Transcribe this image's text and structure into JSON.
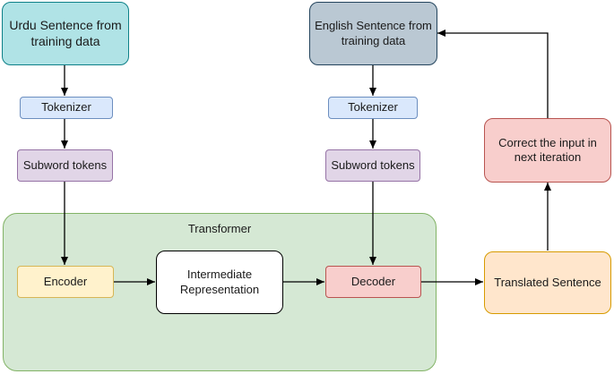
{
  "diagram": {
    "nodes": {
      "urdu_sentence": {
        "label": "Urdu Sentence from training data",
        "fill": "#b0e3e6",
        "stroke": "#0e8088"
      },
      "tokenizer_left": {
        "label": "Tokenizer",
        "fill": "#dae8fc",
        "stroke": "#6c8ebf"
      },
      "subword_left": {
        "label": "Subword tokens",
        "fill": "#e1d5e7",
        "stroke": "#9673a6"
      },
      "encoder": {
        "label": "Encoder",
        "fill": "#fff2cc",
        "stroke": "#d6b656"
      },
      "intermediate": {
        "label": "Intermediate Representation",
        "fill": "#ffffff",
        "stroke": "#000000"
      },
      "decoder": {
        "label": "Decoder",
        "fill": "#f8cecc",
        "stroke": "#b85450"
      },
      "english_sentence": {
        "label": "English Sentence from training data",
        "fill": "#bac8d3",
        "stroke": "#23445d"
      },
      "tokenizer_right": {
        "label": "Tokenizer",
        "fill": "#dae8fc",
        "stroke": "#6c8ebf"
      },
      "subword_right": {
        "label": "Subword tokens",
        "fill": "#e1d5e7",
        "stroke": "#9673a6"
      },
      "translated": {
        "label": "Translated Sentence",
        "fill": "#ffe6cc",
        "stroke": "#d79b00"
      },
      "correct": {
        "label": "Correct the input in next iteration",
        "fill": "#f8cecc",
        "stroke": "#b85450"
      }
    },
    "container": {
      "label": "Transformer",
      "fill": "#d5e8d4",
      "stroke": "#82b366"
    },
    "edges": [
      {
        "from": "urdu_sentence",
        "to": "tokenizer_left"
      },
      {
        "from": "tokenizer_left",
        "to": "subword_left"
      },
      {
        "from": "subword_left",
        "to": "encoder"
      },
      {
        "from": "encoder",
        "to": "intermediate"
      },
      {
        "from": "intermediate",
        "to": "decoder"
      },
      {
        "from": "english_sentence",
        "to": "tokenizer_right"
      },
      {
        "from": "tokenizer_right",
        "to": "subword_right"
      },
      {
        "from": "subword_right",
        "to": "decoder"
      },
      {
        "from": "decoder",
        "to": "translated"
      },
      {
        "from": "translated",
        "to": "correct"
      },
      {
        "from": "correct",
        "to": "english_sentence"
      }
    ]
  }
}
